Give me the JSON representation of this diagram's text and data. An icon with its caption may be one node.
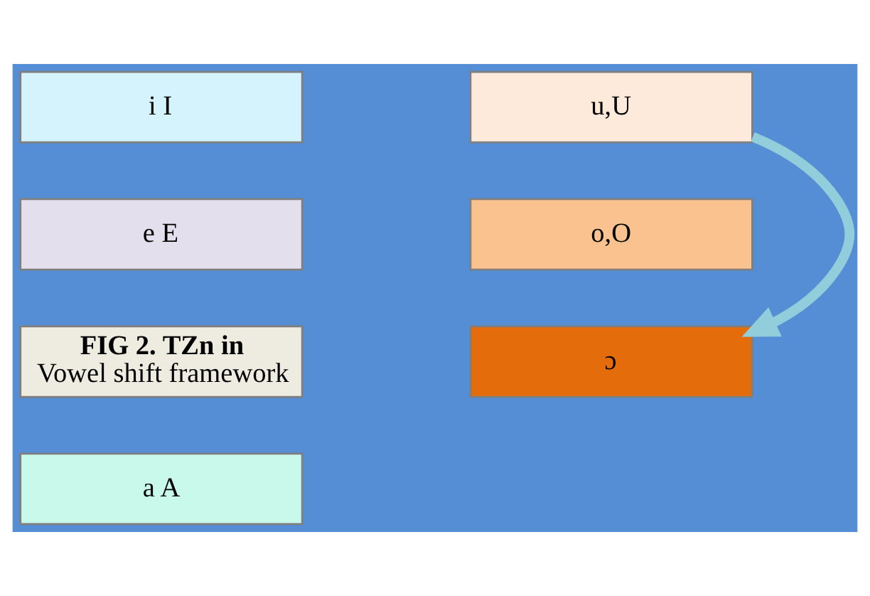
{
  "diagram": {
    "nodes": [
      {
        "text": [
          "i I"
        ]
      },
      {
        "text": [
          "u,U"
        ]
      },
      {
        "text": [
          "e E"
        ]
      },
      {
        "text": [
          "o,O"
        ]
      },
      {
        "text": [
          "FIG 2. TZn in",
          "Vowel shift framework"
        ]
      },
      {
        "text": [
          "ɔ"
        ]
      },
      {
        "text": [
          "a A"
        ]
      }
    ],
    "edges": [
      {
        "from": 1,
        "to": 5,
        "arrow": "to"
      }
    ]
  }
}
